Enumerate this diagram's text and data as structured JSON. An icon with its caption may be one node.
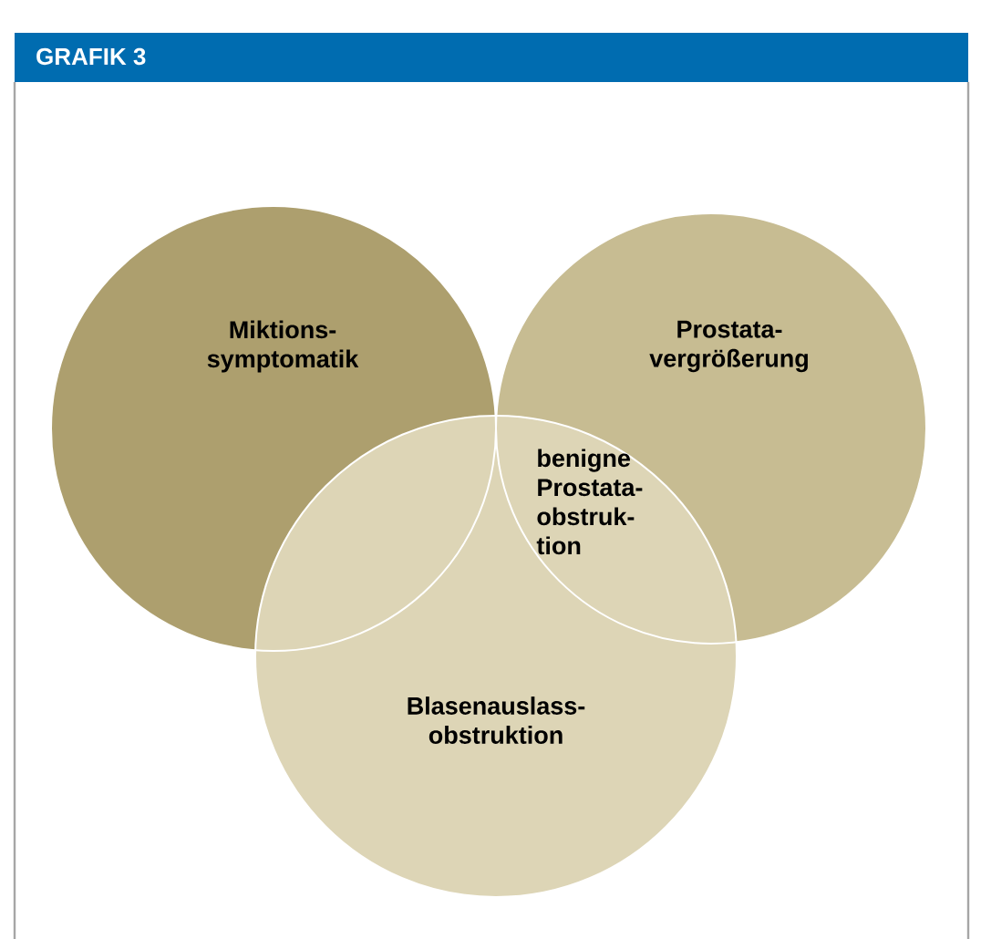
{
  "diagram": {
    "title": "GRAFIK 3",
    "nodes": [
      {
        "text": [
          "Miktions- symptomatik"
        ]
      },
      {
        "text": [
          "Prostata- vergrößerung"
        ]
      },
      {
        "text": [
          "Blasenauslass- obstruktion"
        ]
      }
    ],
    "labels": [
      "benigne Prostata- obstruk- tion"
    ]
  }
}
